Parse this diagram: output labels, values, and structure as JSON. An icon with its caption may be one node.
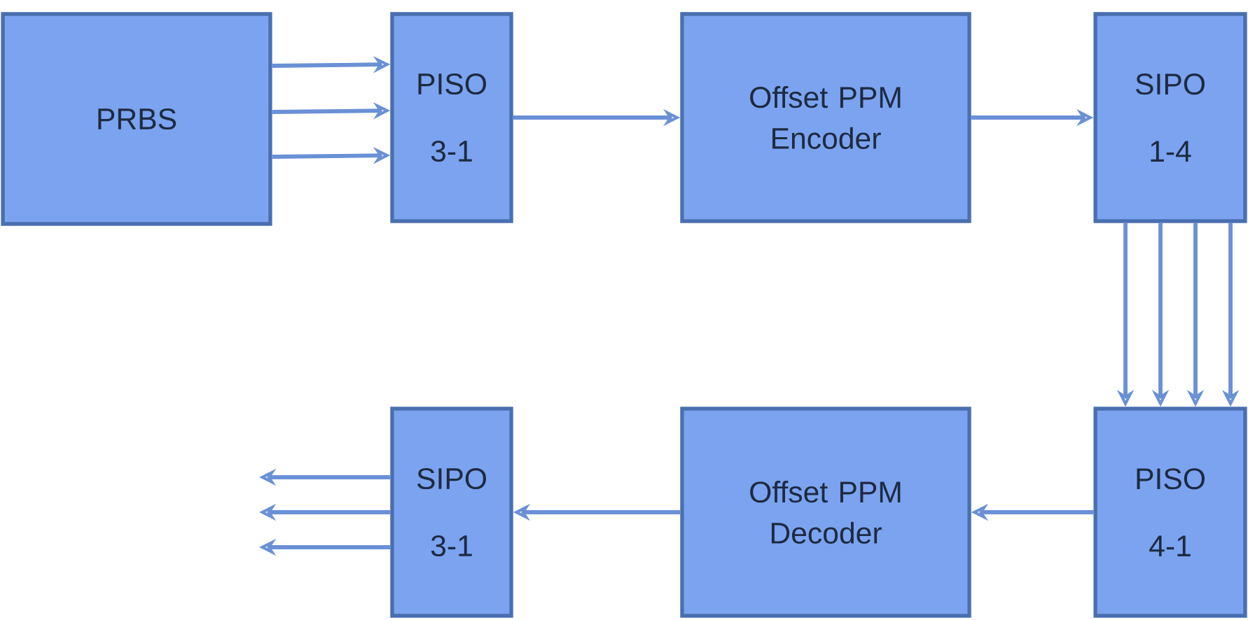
{
  "diagram": {
    "nodes": [
      {
        "text": [
          "PRBS"
        ]
      },
      {
        "text": [
          "PISO",
          "3-1"
        ]
      },
      {
        "text": [
          "Offset PPM Encoder"
        ]
      },
      {
        "text": [
          "SIPO",
          "1-4"
        ]
      },
      {
        "text": [
          "SIPO",
          "3-1"
        ]
      },
      {
        "text": [
          "Offset PPM Decoder"
        ]
      },
      {
        "text": [
          "PISO",
          "4-1"
        ]
      }
    ],
    "edges": [
      {
        "from": 0,
        "to": 1,
        "arrow": "to"
      },
      {
        "from": 0,
        "to": 1,
        "arrow": "to"
      },
      {
        "from": 0,
        "to": 1,
        "arrow": "to"
      },
      {
        "from": 1,
        "to": 2,
        "arrow": "to"
      },
      {
        "from": 2,
        "to": 3,
        "arrow": "to"
      },
      {
        "from": 3,
        "to": 6,
        "arrow": "to"
      },
      {
        "from": 3,
        "to": 6,
        "arrow": "to"
      },
      {
        "from": 3,
        "to": 6,
        "arrow": "to"
      },
      {
        "from": 3,
        "to": 6,
        "arrow": "to"
      },
      {
        "from": 6,
        "to": 5,
        "arrow": "to"
      },
      {
        "from": 5,
        "to": 4,
        "arrow": "to"
      },
      {
        "from": 4,
        "to": null,
        "arrow": "to"
      },
      {
        "from": 4,
        "to": null,
        "arrow": "to"
      },
      {
        "from": 4,
        "to": null,
        "arrow": "to"
      }
    ]
  }
}
